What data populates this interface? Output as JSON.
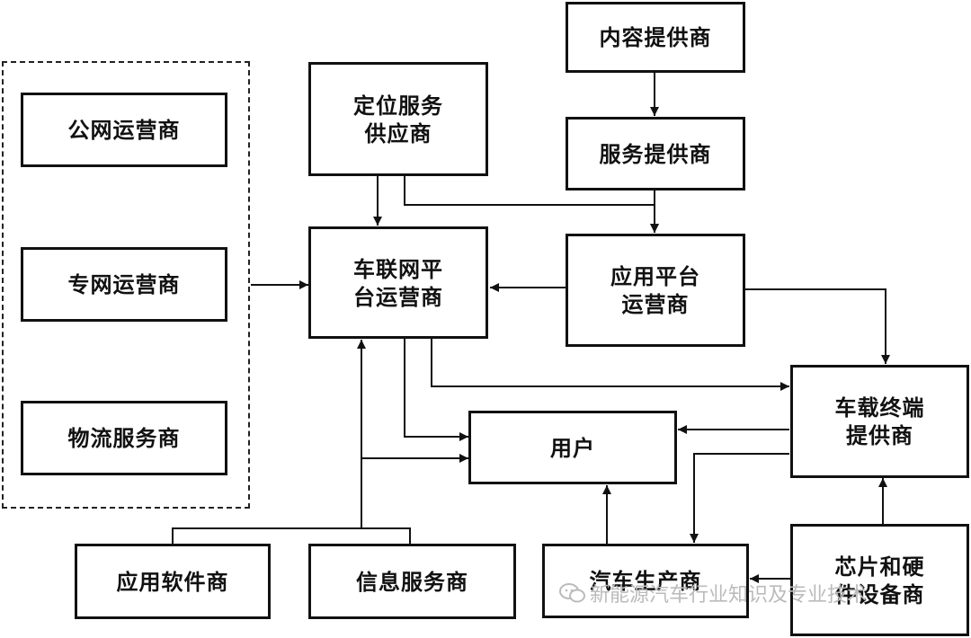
{
  "nodes": {
    "public_net": "公网运营商",
    "private_net": "专网运营商",
    "logistics": "物流服务商",
    "location": "定位服务\n供应商",
    "content": "内容提供商",
    "service": "服务提供商",
    "iov_platform": "车联网平\n台运营商",
    "app_platform": "应用平台\n运营商",
    "user": "用户",
    "terminal": "车载终端\n提供商",
    "software": "应用软件商",
    "info": "信息服务商",
    "automaker": "汽车生产商",
    "chip": "芯片和硬\n件设备商"
  },
  "watermark": "新能源汽车行业知识及专业技术",
  "colors": {
    "line": "#111111",
    "watermark": "#bbbbbb"
  }
}
